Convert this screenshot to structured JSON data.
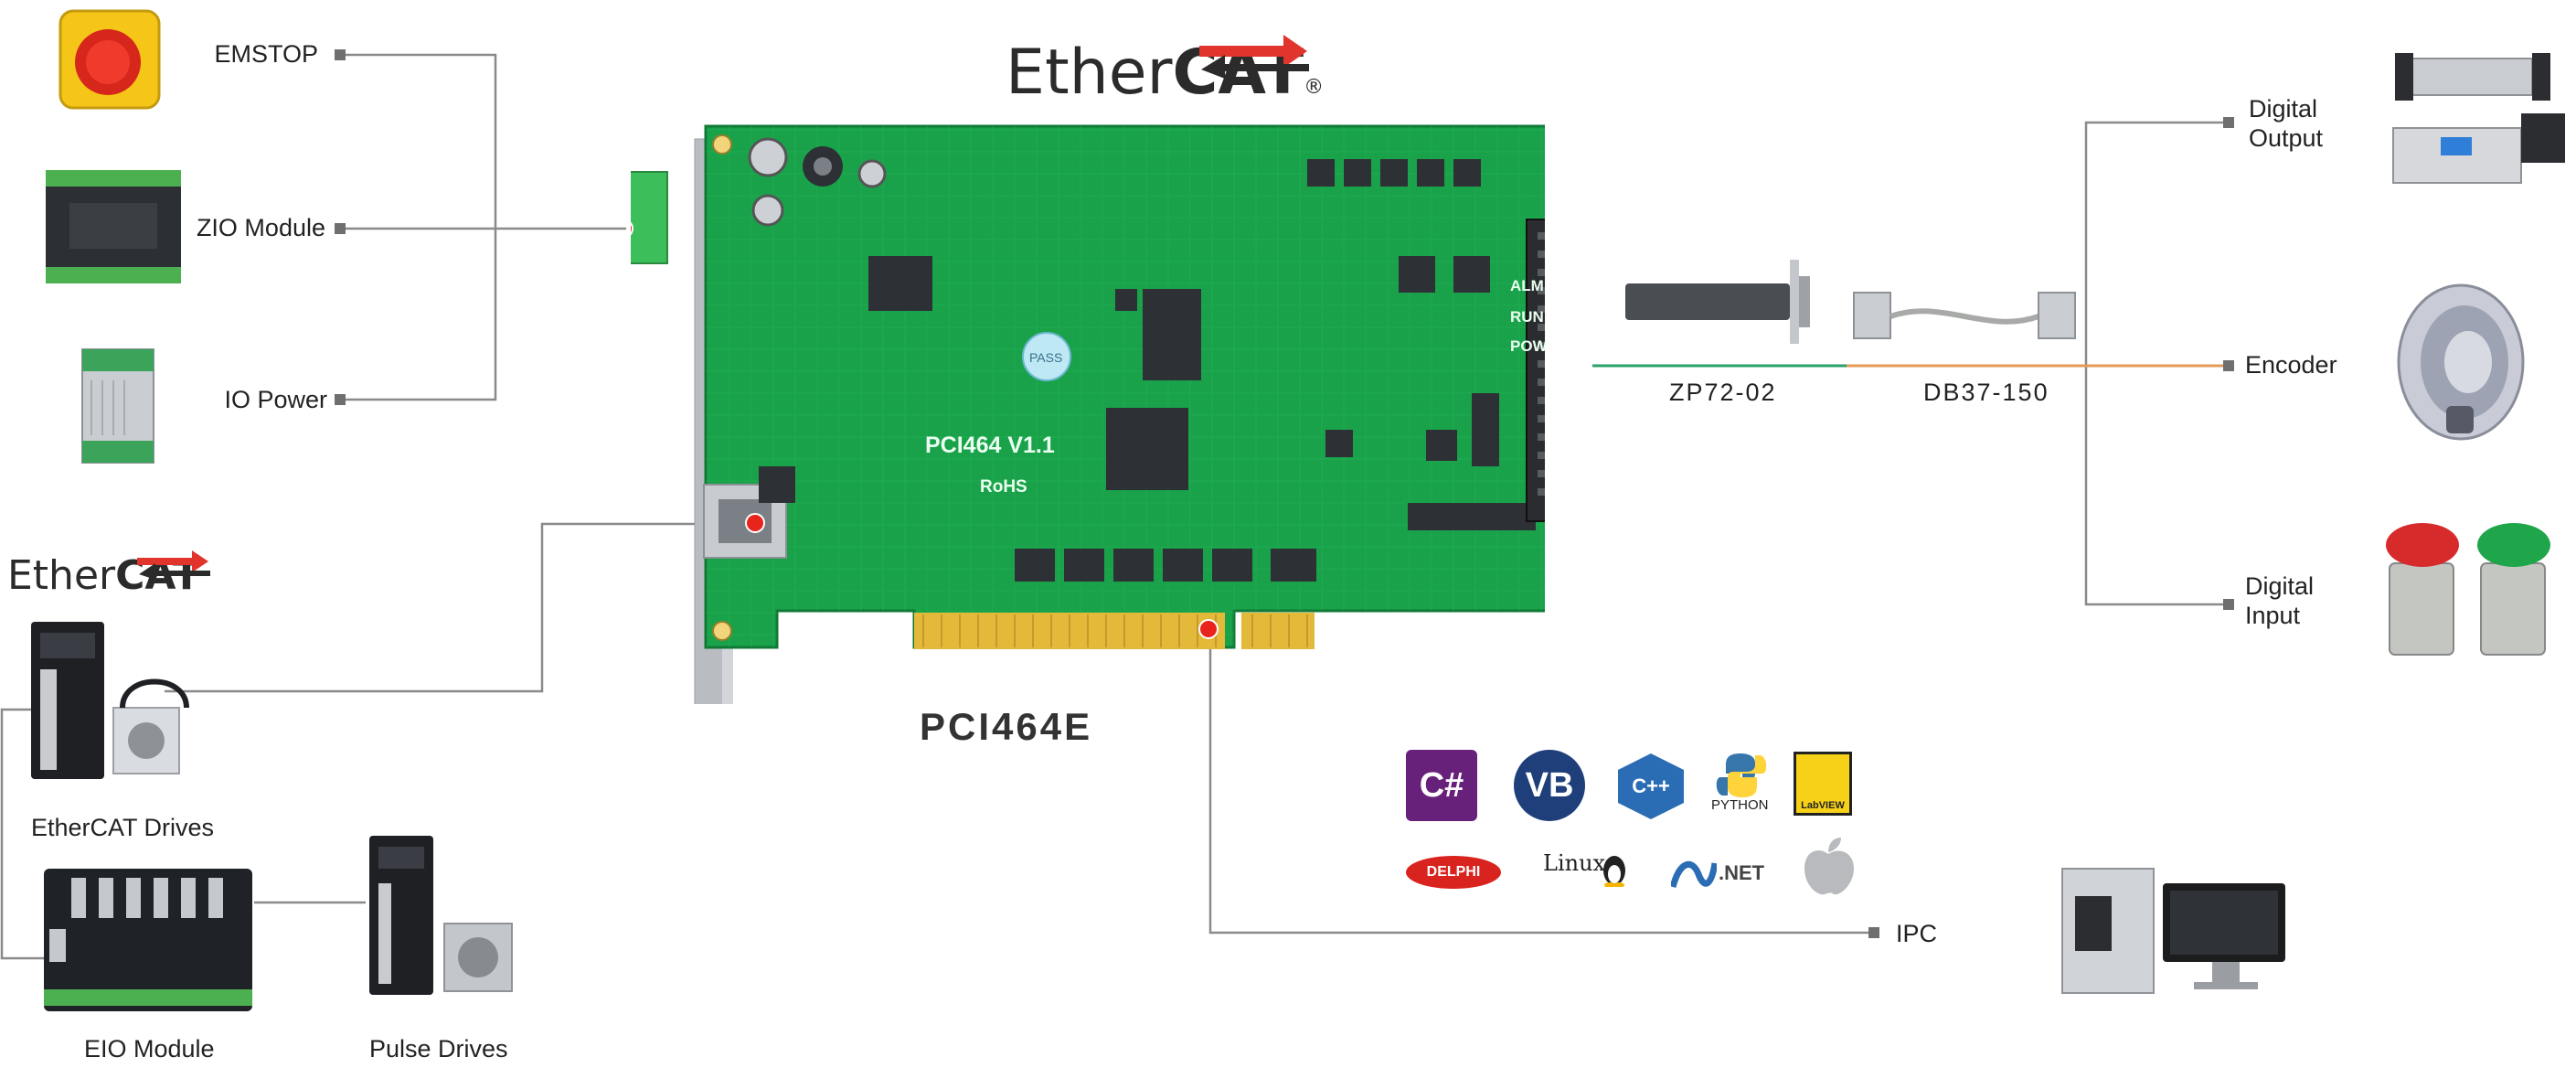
{
  "brand": {
    "ethercat_main_a": "Ether",
    "ethercat_main_b": "CAT",
    "registered": "®",
    "ethercat_small_a": "Ether",
    "ethercat_small_b": "CAT"
  },
  "board": {
    "model": "PCI464 V1.1",
    "rohs": "RoHS",
    "pass": "PASS",
    "caption": "PCI464E",
    "leds": [
      "ALM",
      "RUN",
      "POW"
    ]
  },
  "left": {
    "emstop": "EMSTOP",
    "zio": "ZIO Module",
    "io_power": "IO Power",
    "ethercat_drives": "EtherCAT Drives",
    "eio": "EIO Module",
    "pulse_drives": "Pulse Drives"
  },
  "right": {
    "digital_output_1": "Digital",
    "digital_output_2": "Output",
    "encoder": "Encoder",
    "digital_input_1": "Digital",
    "digital_input_2": "Input",
    "ipc": "IPC"
  },
  "cables": {
    "zp": "ZP72-02",
    "db": "DB37-150"
  },
  "software": {
    "csharp": "C#",
    "vb": "VB",
    "cpp": "C++",
    "python": "PYTHON",
    "labview": "LabVIEW",
    "delphi": "DELPHI",
    "linux": "Linux",
    "dotnet": ".NET"
  },
  "colors": {
    "pcb": "#19a24a",
    "pcb_dark": "#0f7a35",
    "gold": "#e3b93a",
    "ethercat_red": "#e0342c",
    "line": "#8a8a8a",
    "dot": "#e8241c"
  }
}
